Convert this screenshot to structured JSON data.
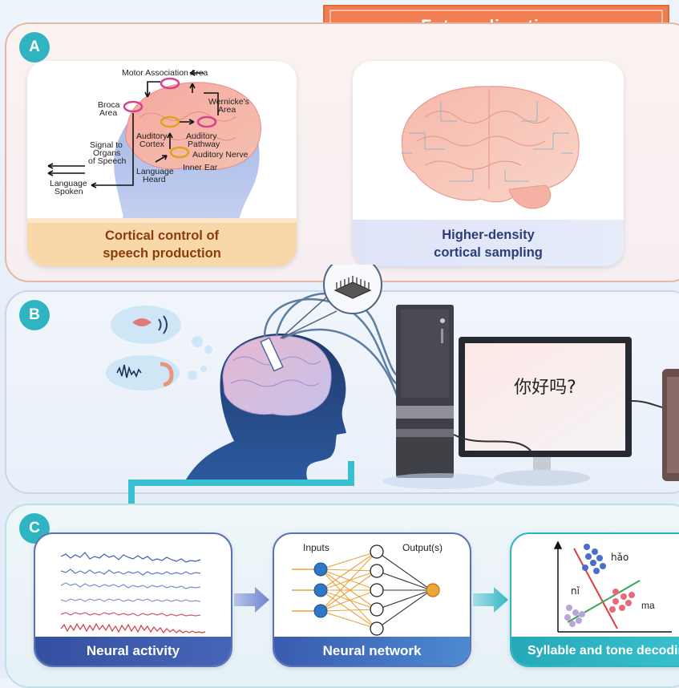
{
  "header": {
    "title": "Future directions"
  },
  "panels": {
    "a": {
      "badge": "A",
      "left_card": {
        "caption_line1": "Cortical control of",
        "caption_line2": "speech production",
        "labels": {
          "motor": "Motor Association Area",
          "broca_1": "Broca",
          "broca_2": "Area",
          "wernicke_1": "Wernicke's",
          "wernicke_2": "Area",
          "aud_cortex_1": "Auditory",
          "aud_cortex_2": "Cortex",
          "aud_path_1": "Auditory",
          "aud_path_2": "Pathway",
          "aud_nerve": "Auditory Nerve",
          "inner_ear": "Inner Ear",
          "signal_1": "Signal to",
          "signal_2": "Organs",
          "signal_3": "of Speech",
          "heard_1": "Language",
          "heard_2": "Heard",
          "spoken_1": "Language",
          "spoken_2": "Spoken"
        }
      },
      "right_card": {
        "caption_line1": "Higher-density",
        "caption_line2": "cortical sampling"
      }
    },
    "b": {
      "badge": "B",
      "monitor_text": "你好吗?"
    },
    "c": {
      "badge": "C",
      "card1_label": "Neural activity",
      "card2_label": "Neural network",
      "card3_label": "Syllable and tone decoding",
      "inputs_label": "Inputs",
      "outputs_label": "Output(s)",
      "syll_hao": "hǎo",
      "syll_ni": "nǐ",
      "syll_ma": "ma"
    }
  },
  "colors": {
    "accent_orange": "#ef7f52",
    "teal": "#2fb5c2",
    "nav_blue": "#3d59a8"
  }
}
